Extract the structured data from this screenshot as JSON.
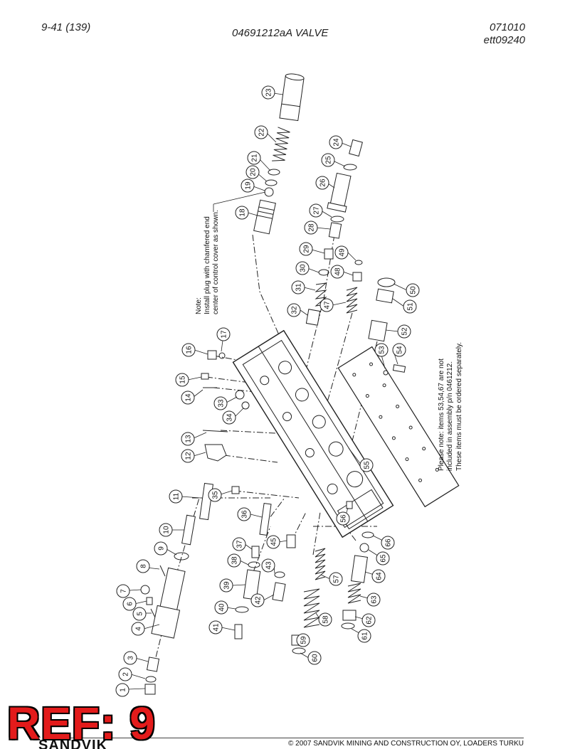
{
  "header": {
    "page_ref": "9-41 (139)",
    "title": "04691212aA VALVE",
    "date_code": "071010",
    "doc_code": "ett09240"
  },
  "callouts": [
    "1",
    "2",
    "3",
    "4",
    "5",
    "6",
    "7",
    "8",
    "9",
    "10",
    "11",
    "12",
    "13",
    "14",
    "15",
    "16",
    "17",
    "18",
    "19",
    "20",
    "21",
    "22",
    "23",
    "24",
    "25",
    "26",
    "27",
    "28",
    "29",
    "30",
    "31",
    "32",
    "33",
    "34",
    "35",
    "36",
    "37",
    "38",
    "39",
    "40",
    "41",
    "42",
    "43",
    "45",
    "47",
    "48",
    "49",
    "50",
    "51",
    "52",
    "53",
    "54",
    "55",
    "56",
    "57",
    "58",
    "59",
    "60",
    "61",
    "62",
    "63",
    "64",
    "65",
    "66"
  ],
  "notes": {
    "plug_line1": "Note:",
    "plug_line2": "Install plug with chamfered end",
    "plug_line3": "center of control cover as shown.",
    "assembly_line1": "Please note: items 53,54,67 are not",
    "assembly_line2": "included in assembly p/n 0461212.",
    "assembly_line3": "These items must be ordered separately."
  },
  "footer": {
    "ref_stamp": "REF: 9",
    "logo": "SANDVIK",
    "copyright": "© 2007 SANDVIK MINING AND CONSTRUCTION OY, LOADERS TURKU"
  }
}
